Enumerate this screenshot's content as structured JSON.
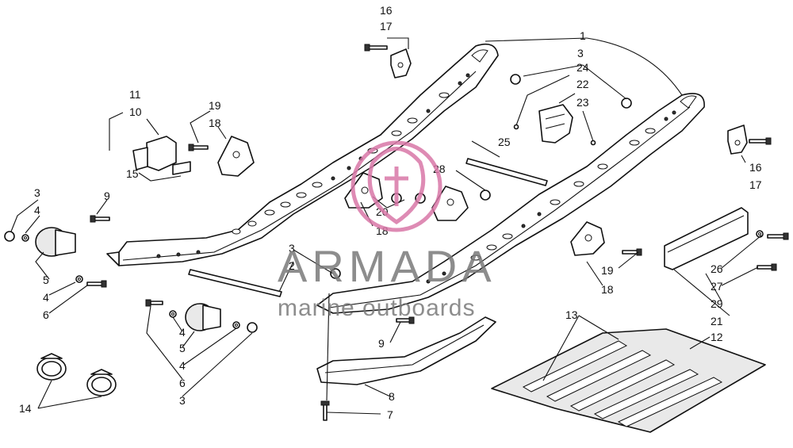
{
  "diagram": {
    "callouts": [
      {
        "id": "c-16-top",
        "text": "16"
      },
      {
        "id": "c-17-top",
        "text": "17"
      },
      {
        "id": "c-1",
        "text": "1"
      },
      {
        "id": "c-3-top",
        "text": "3"
      },
      {
        "id": "c-24",
        "text": "24"
      },
      {
        "id": "c-22",
        "text": "22"
      },
      {
        "id": "c-23",
        "text": "23"
      },
      {
        "id": "c-11",
        "text": "11"
      },
      {
        "id": "c-10",
        "text": "10"
      },
      {
        "id": "c-19-left",
        "text": "19"
      },
      {
        "id": "c-18-left",
        "text": "18"
      },
      {
        "id": "c-15",
        "text": "15"
      },
      {
        "id": "c-25",
        "text": "25"
      },
      {
        "id": "c-28",
        "text": "28"
      },
      {
        "id": "c-16-right",
        "text": "16"
      },
      {
        "id": "c-17-right",
        "text": "17"
      },
      {
        "id": "c-3-left",
        "text": "3"
      },
      {
        "id": "c-4-left",
        "text": "4"
      },
      {
        "id": "c-9-left",
        "text": "9"
      },
      {
        "id": "c-20",
        "text": "20"
      },
      {
        "id": "c-18-mid",
        "text": "18"
      },
      {
        "id": "c-5-left",
        "text": "5"
      },
      {
        "id": "c-4-left2",
        "text": "4"
      },
      {
        "id": "c-6-left",
        "text": "6"
      },
      {
        "id": "c-3-mid",
        "text": "3"
      },
      {
        "id": "c-2",
        "text": "2"
      },
      {
        "id": "c-19-right",
        "text": "19"
      },
      {
        "id": "c-18-right",
        "text": "18"
      },
      {
        "id": "c-26",
        "text": "26"
      },
      {
        "id": "c-27",
        "text": "27"
      },
      {
        "id": "c-29",
        "text": "29"
      },
      {
        "id": "c-21",
        "text": "21"
      },
      {
        "id": "c-4-mid",
        "text": "4"
      },
      {
        "id": "c-5-mid",
        "text": "5"
      },
      {
        "id": "c-4-mid2",
        "text": "4"
      },
      {
        "id": "c-6-mid",
        "text": "6"
      },
      {
        "id": "c-3-bottom",
        "text": "3"
      },
      {
        "id": "c-9-mid",
        "text": "9"
      },
      {
        "id": "c-13",
        "text": "13"
      },
      {
        "id": "c-12",
        "text": "12"
      },
      {
        "id": "c-14",
        "text": "14"
      },
      {
        "id": "c-8",
        "text": "8"
      },
      {
        "id": "c-7",
        "text": "7"
      }
    ]
  },
  "watermark": {
    "brand": "ARMADA",
    "tagline": "marine outboards",
    "color": "#d977a8"
  }
}
